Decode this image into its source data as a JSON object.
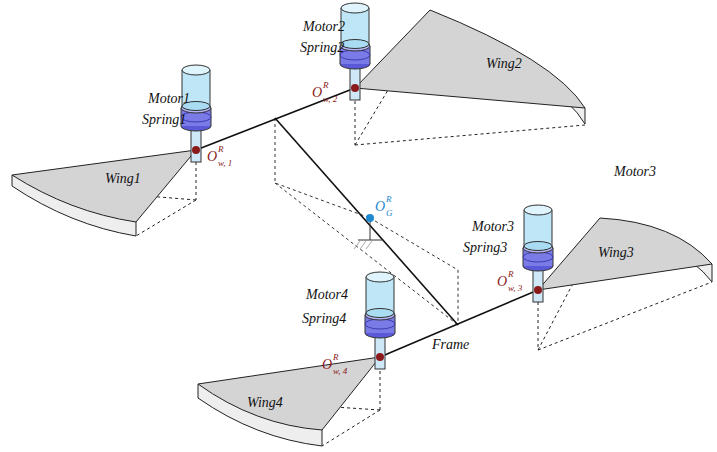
{
  "diagram": {
    "labels": [
      "Motor1",
      "Spring1",
      "Wing1",
      "O",
      "R",
      "w, 1",
      "Motor2",
      "Spring2",
      "Wing2",
      "O",
      "R",
      "w, 2",
      "Motor3",
      "Motor3",
      "Spring3",
      "Wing3",
      "O",
      "R",
      "w, 3",
      "Motor4",
      "Spring4",
      "Wing4",
      "O",
      "R",
      "w, 4",
      "O",
      "R",
      "G",
      "Frame"
    ]
  }
}
